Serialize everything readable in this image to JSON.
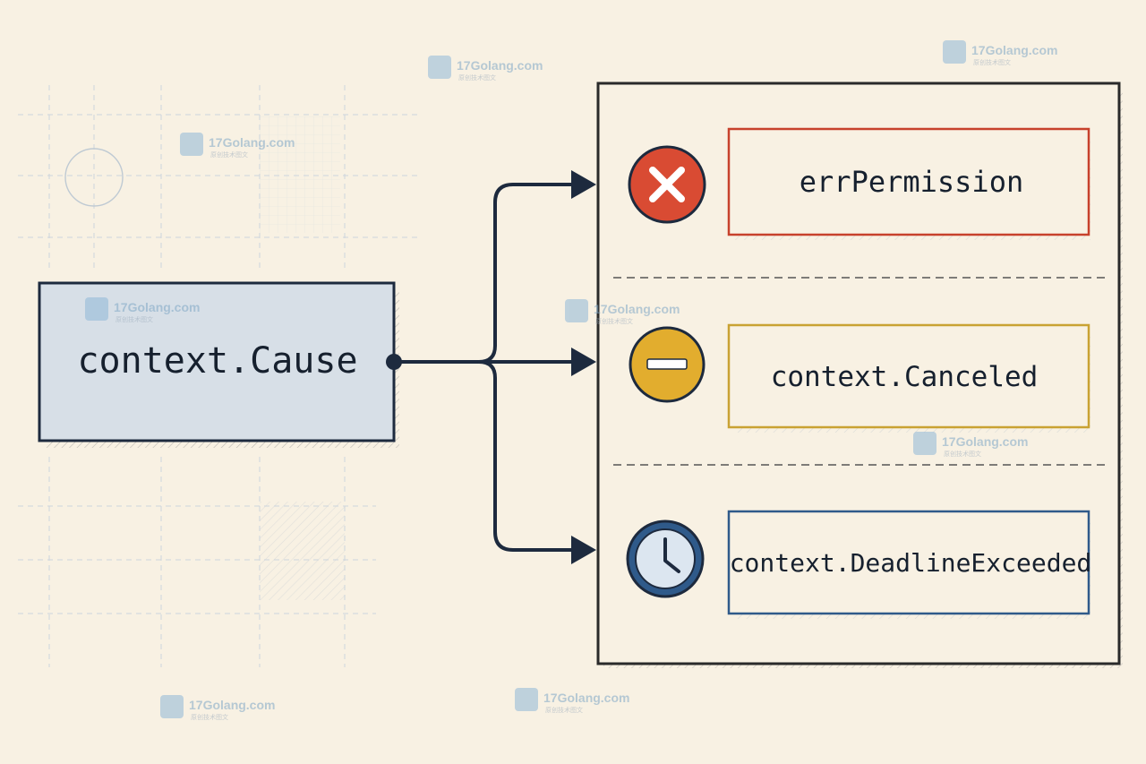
{
  "source_node": {
    "label": "context.Cause"
  },
  "outcomes": [
    {
      "label": "errPermission",
      "icon": "error-x-icon",
      "color": "#c7412c",
      "fill": "#d94b33"
    },
    {
      "label": "context.Canceled",
      "icon": "minus-icon",
      "color": "#c9a233",
      "fill": "#e2ad2e"
    },
    {
      "label": "context.DeadlineExceeded",
      "icon": "clock-icon",
      "color": "#2f5a8a",
      "fill": "#dce6f0"
    }
  ],
  "colors": {
    "background": "#f8f1e3",
    "ink": "#1d2a3e",
    "source_fill": "#d7dfe7",
    "grid": "#c9d3dd"
  },
  "watermarks": [
    {
      "brand": "17Golang.com",
      "sub": "原创技术图文"
    },
    {
      "brand": "17Golang.com",
      "sub": "原创技术图文"
    },
    {
      "brand": "17Golang.com",
      "sub": "原创技术图文"
    },
    {
      "brand": "17Golang.com",
      "sub": "原创技术图文"
    },
    {
      "brand": "17Golang.com",
      "sub": "原创技术图文"
    },
    {
      "brand": "17Golang.com",
      "sub": "原创技术图文"
    },
    {
      "brand": "17Golang.com",
      "sub": "原创技术图文"
    },
    {
      "brand": "17Golang.com",
      "sub": "原创技术图文"
    }
  ]
}
